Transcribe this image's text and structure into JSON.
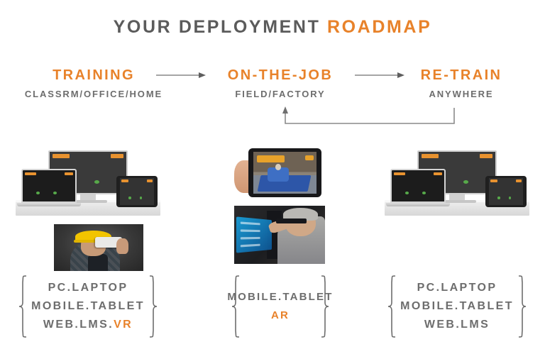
{
  "title": {
    "gray_text": "YOUR DEPLOYMENT",
    "orange_text": "ROADMAP"
  },
  "colors": {
    "accent_orange": "#e8822a",
    "body_gray": "#6d6d6d",
    "title_gray": "#5b5b5b",
    "arrow_gray": "#7a7a7a"
  },
  "stages": [
    {
      "id": "training",
      "title": "TRAINING",
      "subtitle": "CLASSRM/OFFICE/HOME",
      "media": {
        "cluster_label": "device-cluster-monitor-laptop-tablet",
        "photo_label": "worker-with-vr-headset-photo"
      },
      "specs": {
        "lines": [
          "PC.LAPTOP",
          "MOBILE.TABLET"
        ],
        "last_line_gray": "WEB.LMS.",
        "last_line_orange": "VR"
      }
    },
    {
      "id": "on-the-job",
      "title": "ON-THE-JOB",
      "subtitle": "FIELD/FACTORY",
      "media": {
        "cluster_label": "hand-holding-tablet-photo",
        "photo_label": "technician-wearing-ar-glasses-photo"
      },
      "specs": {
        "lines": [
          "MOBILE.TABLET"
        ],
        "last_line_gray": "",
        "last_line_orange": "AR"
      }
    },
    {
      "id": "re-train",
      "title": "RE-TRAIN",
      "subtitle": "ANYWHERE",
      "media": {
        "cluster_label": "device-cluster-monitor-laptop-tablet",
        "photo_label": ""
      },
      "specs": {
        "lines": [
          "PC.LAPTOP",
          "MOBILE.TABLET"
        ],
        "last_line_gray": "WEB.LMS",
        "last_line_orange": ""
      }
    }
  ],
  "arrows": {
    "forward_1": "arrow-training-to-on-the-job",
    "forward_2": "arrow-on-the-job-to-re-train",
    "feedback_loop": "arrow-re-train-back-to-on-the-job"
  }
}
